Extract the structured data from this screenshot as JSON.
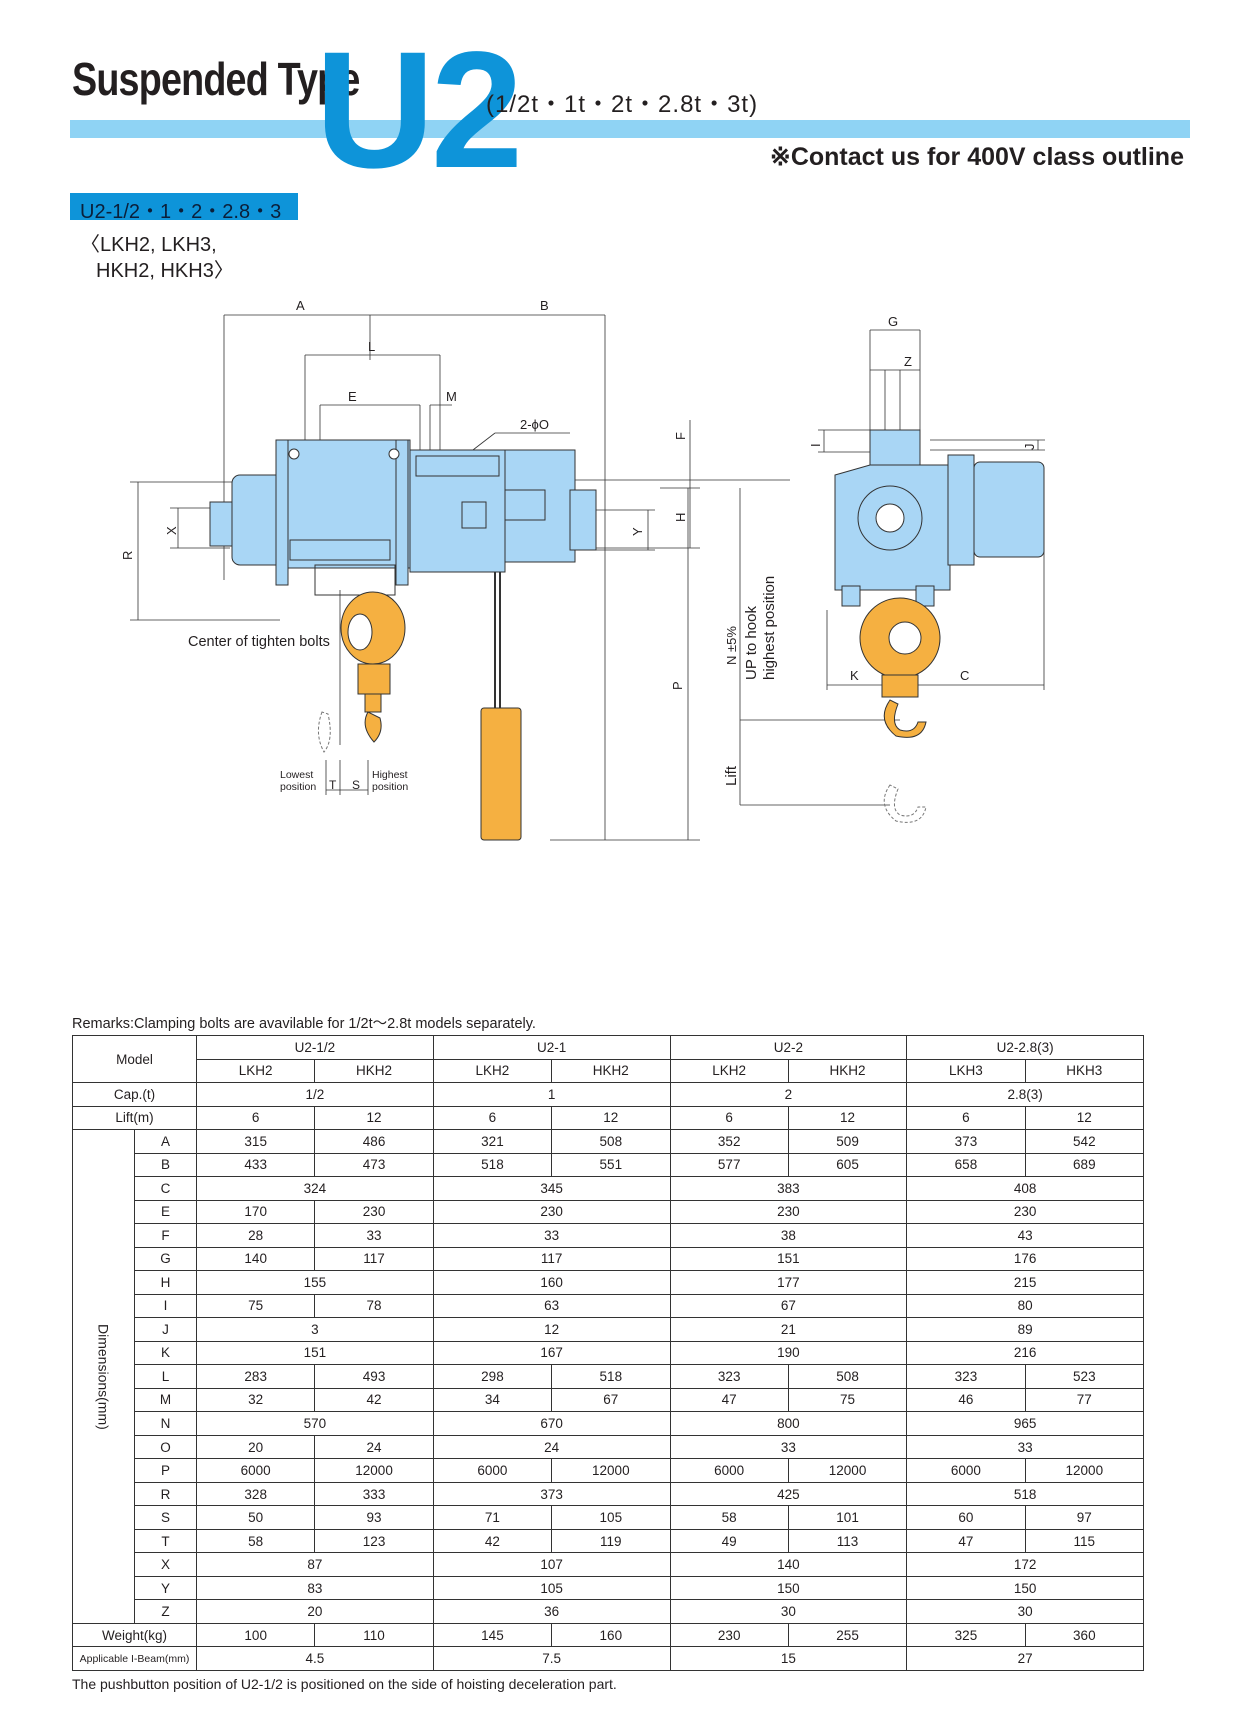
{
  "header": {
    "title_prefix": "Suspended Type",
    "title_model": "U2",
    "capacities": "(1/2t・1t・2t・2.8t・3t)",
    "contact_note": "※Contact us for 400V class outline"
  },
  "model_band": {
    "label": "U2-1/2・1・2・2.8・3",
    "variants_line1": "〈LKH2, LKH3,",
    "variants_line2": "HKH2, HKH3〉"
  },
  "drawing": {
    "colors": {
      "body": "#a9d6f5",
      "hook": "#f5b041",
      "line": "#333333"
    },
    "labels": {
      "A": "A",
      "B": "B",
      "L": "L",
      "E": "E",
      "M": "M",
      "O_holes": "2-ϕO",
      "F": "F",
      "H": "H",
      "Y": "Y",
      "X": "X",
      "R": "R",
      "P": "P",
      "N": "N ±5%",
      "up_hook_1": "UP to hook",
      "up_hook_2": "highest position",
      "G": "G",
      "Z": "Z",
      "I": "I",
      "J": "J",
      "K": "K",
      "C": "C",
      "lift": "Lift",
      "center_bolts": "Center of tighten bolts",
      "lowest_1": "Lowest",
      "lowest_2": "position",
      "T": "T",
      "S": "S",
      "highest_1": "Highest",
      "highest_2": "position"
    }
  },
  "remarks": "Remarks:Clamping bolts are avavilable for 1/2t〜2.8t models separately.",
  "table": {
    "model_label": "Model",
    "groups": [
      "U2-1/2",
      "U2-1",
      "U2-2",
      "U2-2.8(3)"
    ],
    "submodels": [
      "LKH2",
      "HKH2",
      "LKH2",
      "HKH2",
      "LKH2",
      "HKH2",
      "LKH3",
      "HKH3"
    ],
    "cap_label": "Cap.(t)",
    "cap": [
      "1/2",
      "1",
      "2",
      "2.8(3)"
    ],
    "lift_label": "Lift(m)",
    "lift": [
      "6",
      "12",
      "6",
      "12",
      "6",
      "12",
      "6",
      "12"
    ],
    "dim_label": "Dimensions(mm)",
    "dims": [
      {
        "k": "A",
        "v": [
          "315",
          "486",
          "321",
          "508",
          "352",
          "509",
          "373",
          "542"
        ]
      },
      {
        "k": "B",
        "v": [
          "433",
          "473",
          "518",
          "551",
          "577",
          "605",
          "658",
          "689"
        ]
      },
      {
        "k": "C",
        "v": [
          "324",
          "345",
          "383",
          "408"
        ]
      },
      {
        "k": "E",
        "v": [
          "170",
          "230",
          "230",
          "230",
          "230"
        ]
      },
      {
        "k": "F",
        "v": [
          "28",
          "33",
          "33",
          "38",
          "43"
        ]
      },
      {
        "k": "G",
        "v": [
          "140",
          "117",
          "117",
          "151",
          "176"
        ]
      },
      {
        "k": "H",
        "v": [
          "155",
          "160",
          "177",
          "215"
        ]
      },
      {
        "k": "I",
        "v": [
          "75",
          "78",
          "63",
          "67",
          "80"
        ]
      },
      {
        "k": "J",
        "v": [
          "3",
          "12",
          "21",
          "89"
        ]
      },
      {
        "k": "K",
        "v": [
          "151",
          "167",
          "190",
          "216"
        ]
      },
      {
        "k": "L",
        "v": [
          "283",
          "493",
          "298",
          "518",
          "323",
          "508",
          "323",
          "523"
        ]
      },
      {
        "k": "M",
        "v": [
          "32",
          "42",
          "34",
          "67",
          "47",
          "75",
          "46",
          "77"
        ]
      },
      {
        "k": "N",
        "v": [
          "570",
          "670",
          "800",
          "965"
        ]
      },
      {
        "k": "O",
        "v": [
          "20",
          "24",
          "24",
          "33",
          "33"
        ]
      },
      {
        "k": "P",
        "v": [
          "6000",
          "12000",
          "6000",
          "12000",
          "6000",
          "12000",
          "6000",
          "12000"
        ]
      },
      {
        "k": "R",
        "v": [
          "328",
          "333",
          "373",
          "425",
          "518"
        ]
      },
      {
        "k": "S",
        "v": [
          "50",
          "93",
          "71",
          "105",
          "58",
          "101",
          "60",
          "97"
        ]
      },
      {
        "k": "T",
        "v": [
          "58",
          "123",
          "42",
          "119",
          "49",
          "113",
          "47",
          "115"
        ]
      },
      {
        "k": "X",
        "v": [
          "87",
          "107",
          "140",
          "172"
        ]
      },
      {
        "k": "Y",
        "v": [
          "83",
          "105",
          "150",
          "150"
        ]
      },
      {
        "k": "Z",
        "v": [
          "20",
          "36",
          "30",
          "30"
        ]
      }
    ],
    "weight_label": "Weight(kg)",
    "weight": [
      "100",
      "110",
      "145",
      "160",
      "230",
      "255",
      "325",
      "360"
    ],
    "beam_label": "Applicable I-Beam(mm)",
    "beam": [
      "4.5",
      "7.5",
      "15",
      "27"
    ]
  },
  "footnote": "The pushbutton position of U2-1/2 is positioned on the side of hoisting deceleration part."
}
